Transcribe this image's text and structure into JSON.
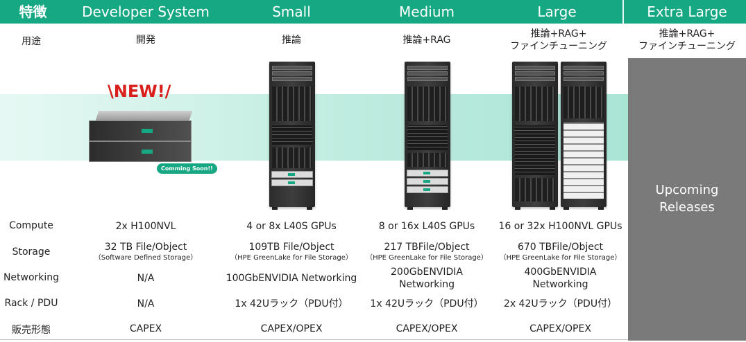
{
  "header": {
    "feature": "特徴",
    "tiers": [
      "Developer System",
      "Small",
      "Medium",
      "Large",
      "Extra Large"
    ]
  },
  "purpose": {
    "label": "用途",
    "values": [
      [
        "開発"
      ],
      [
        "推論"
      ],
      [
        "推論+RAG"
      ],
      [
        "推論+RAG+",
        "ファインチューニング"
      ],
      [
        "推論+RAG+",
        "ファインチューニング"
      ]
    ]
  },
  "images": {
    "new_badge": "\\NEW!/",
    "coming_soon": "Comming Soon!!",
    "extra_large_note": [
      "Upcoming",
      "Releases"
    ]
  },
  "specs": {
    "rows": [
      {
        "label": "Compute",
        "values": [
          [
            "2x H100NVL"
          ],
          [
            "4 or 8x L40S GPUs"
          ],
          [
            "8 or 16x L40S GPUs"
          ],
          [
            "16 or 32x H100NVL GPUs"
          ]
        ]
      },
      {
        "label": "Storage",
        "values": [
          [
            "32 TB File/Object",
            "（Software Defined Storage）"
          ],
          [
            "109TB File/Object",
            "（HPE GreenLake for File Storage）"
          ],
          [
            "217 TBFile/Object",
            "（HPE GreenLake for File Storage）"
          ],
          [
            "670 TBFile/Object",
            "（HPE GreenLake for File Storage）"
          ]
        ]
      },
      {
        "label": "Networking",
        "values": [
          [
            "N/A"
          ],
          [
            "100GbENVIDIA Networking"
          ],
          [
            "200GbENVIDIA",
            "Networking"
          ],
          [
            "400GbENVIDIA",
            "Networking"
          ]
        ]
      },
      {
        "label": "Rack / PDU",
        "values": [
          [
            "N/A"
          ],
          [
            "1x 42Uラック（PDU付）"
          ],
          [
            "1x 42Uラック（PDU付）"
          ],
          [
            "2x 42Uラック（PDU付）"
          ]
        ]
      },
      {
        "label": "販売形態",
        "values": [
          [
            "CAPEX"
          ],
          [
            "CAPEX/OPEX"
          ],
          [
            "CAPEX/OPEX"
          ],
          [
            "CAPEX/OPEX"
          ]
        ]
      }
    ]
  },
  "colors": {
    "header_green": "#16a882",
    "upcoming_gray": "#7a7a7a",
    "accent_red": "#d9201d"
  }
}
